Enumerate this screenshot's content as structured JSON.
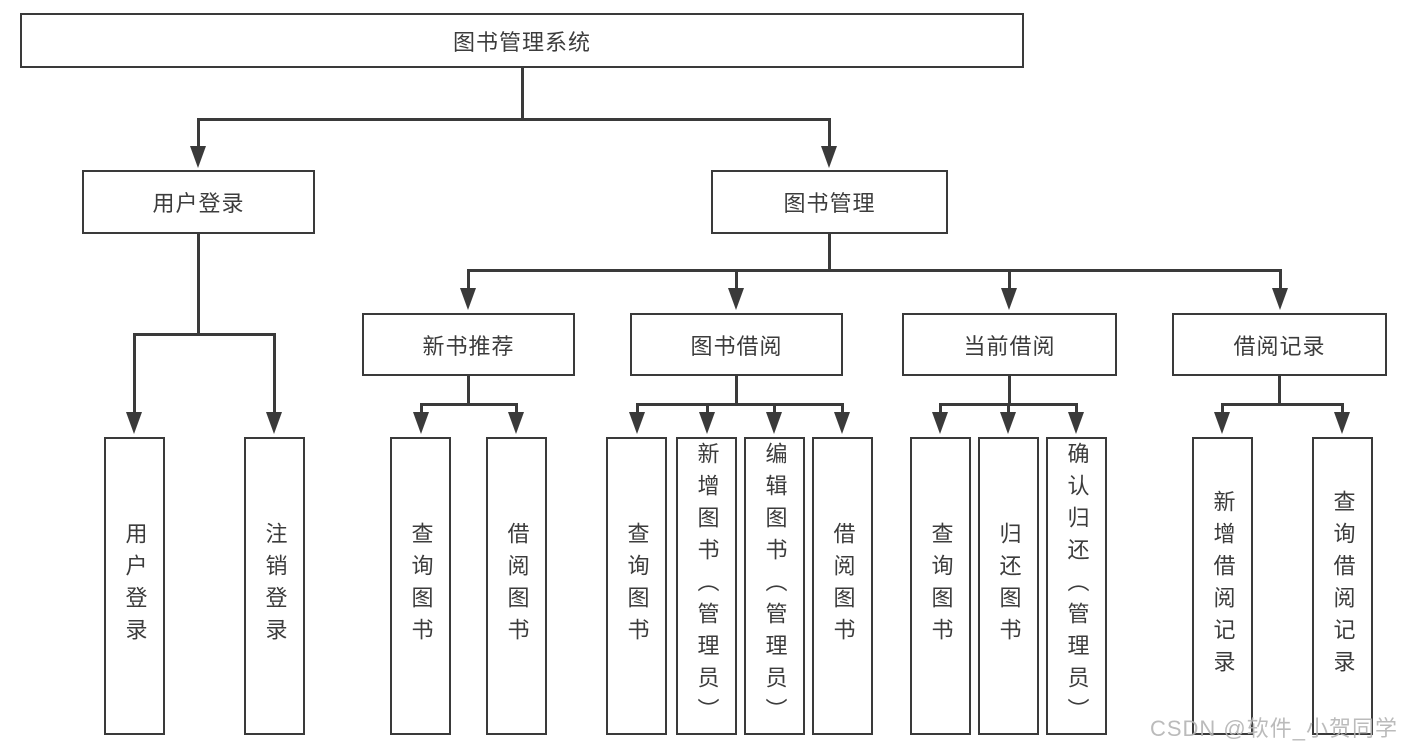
{
  "diagram": {
    "root": {
      "label": "图书管理系统"
    },
    "level2": [
      {
        "label": "用户登录"
      },
      {
        "label": "图书管理"
      }
    ],
    "level3": [
      {
        "label": "新书推荐",
        "parent": "图书管理"
      },
      {
        "label": "图书借阅",
        "parent": "图书管理"
      },
      {
        "label": "当前借阅",
        "parent": "图书管理"
      },
      {
        "label": "借阅记录",
        "parent": "图书管理"
      }
    ],
    "leaves": [
      {
        "label": "用户登录",
        "parent": "用户登录"
      },
      {
        "label": "注销登录",
        "parent": "用户登录"
      },
      {
        "label": "查询图书",
        "parent": "新书推荐"
      },
      {
        "label": "借阅图书",
        "parent": "新书推荐"
      },
      {
        "label": "查询图书",
        "parent": "图书借阅"
      },
      {
        "label": "新增图书（管理员）",
        "parent": "图书借阅"
      },
      {
        "label": "编辑图书（管理员）",
        "parent": "图书借阅"
      },
      {
        "label": "借阅图书",
        "parent": "图书借阅"
      },
      {
        "label": "查询图书",
        "parent": "当前借阅"
      },
      {
        "label": "归还图书",
        "parent": "当前借阅"
      },
      {
        "label": "确认归还（管理员）",
        "parent": "当前借阅"
      },
      {
        "label": "新增借阅记录",
        "parent": "借阅记录"
      },
      {
        "label": "查询借阅记录",
        "parent": "借阅记录"
      }
    ]
  },
  "watermark": {
    "text": "CSDN @软件_小贺同学"
  },
  "colors": {
    "line": "#3a3a3a",
    "text": "#3c3c3c",
    "watermark": "#b4b4b4",
    "background": "#ffffff"
  }
}
